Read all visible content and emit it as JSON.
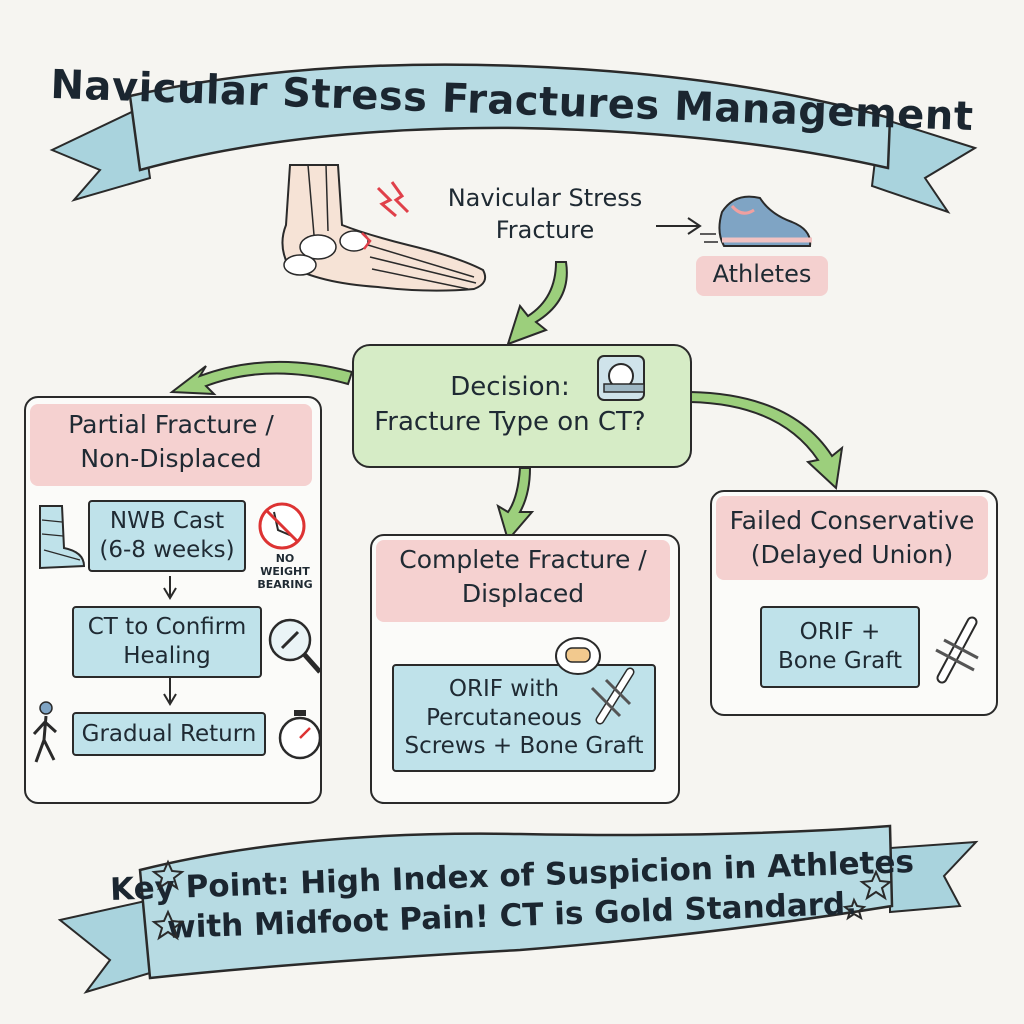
{
  "title": "Navicular Stress Fractures Management",
  "top": {
    "condition_line1": "Navicular Stress",
    "condition_line2": "Fracture",
    "population": "Athletes"
  },
  "decision": {
    "line1": "Decision:",
    "line2": "Fracture Type on CT?"
  },
  "partial": {
    "heading_line1": "Partial Fracture /",
    "heading_line2": "Non-Displaced",
    "steps": [
      {
        "line1": "NWB Cast",
        "line2": "(6-8 weeks)"
      },
      {
        "line1": "CT to Confirm",
        "line2": "Healing"
      },
      {
        "line1": "Gradual Return"
      }
    ],
    "nwb_label_line1": "NO WEIGHT",
    "nwb_label_line2": "BEARING"
  },
  "complete": {
    "heading_line1": "Complete Fracture /",
    "heading_line2": "Displaced",
    "treatment_line1": "ORIF with",
    "treatment_line2": "Percutaneous",
    "treatment_line3": "Screws + Bone Graft"
  },
  "failed": {
    "heading_line1": "Failed Conservative",
    "heading_line2": "(Delayed Union)",
    "treatment_line1": "ORIF +",
    "treatment_line2": "Bone Graft"
  },
  "key_point": {
    "line1": "Key Point: High Index of Suspicion in Athletes",
    "line2": "with Midfoot Pain! CT is Gold Standard."
  },
  "colors": {
    "banner": "#b7dbe3",
    "decision_fill": "#d6ecc6",
    "arrow_green": "#9ccf7c",
    "heading_pink": "#f3c9c9",
    "step_blue": "#bfe2ea"
  },
  "icons": [
    "foot-bone-icon",
    "lightning-pain-icon",
    "running-shoe-icon",
    "ct-scanner-icon",
    "leg-cast-icon",
    "no-weight-bearing-icon",
    "magnifier-bone-icon",
    "walking-person-icon",
    "stopwatch-icon",
    "bone-screws-icon",
    "star-icon"
  ]
}
